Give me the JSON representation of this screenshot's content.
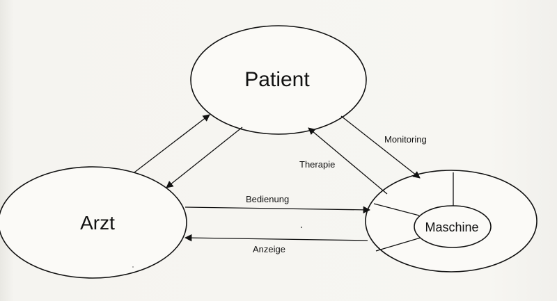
{
  "nodes": {
    "patient": "Patient",
    "arzt": "Arzt",
    "maschine": "Maschine"
  },
  "edges": {
    "monitoring": "Monitoring",
    "therapie": "Therapie",
    "bedienung": "Bedienung",
    "anzeige": "Anzeige"
  }
}
